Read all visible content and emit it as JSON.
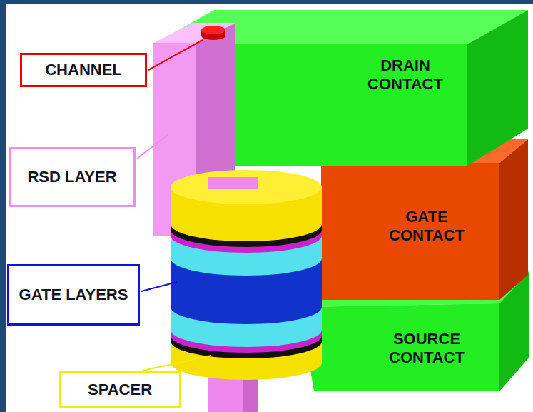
{
  "diagram": {
    "nodes": [
      {
        "text": [
          "CHANNEL"
        ]
      },
      {
        "text": [
          "DRAIN CONTACT"
        ]
      },
      {
        "text": [
          "RSD LAYER"
        ]
      },
      {
        "text": [
          "GATE CONTACT"
        ]
      },
      {
        "text": [
          "GATE LAYERS"
        ]
      },
      {
        "text": [
          "SOURCE CONTACT"
        ]
      },
      {
        "text": [
          "SPACER"
        ]
      }
    ]
  }
}
